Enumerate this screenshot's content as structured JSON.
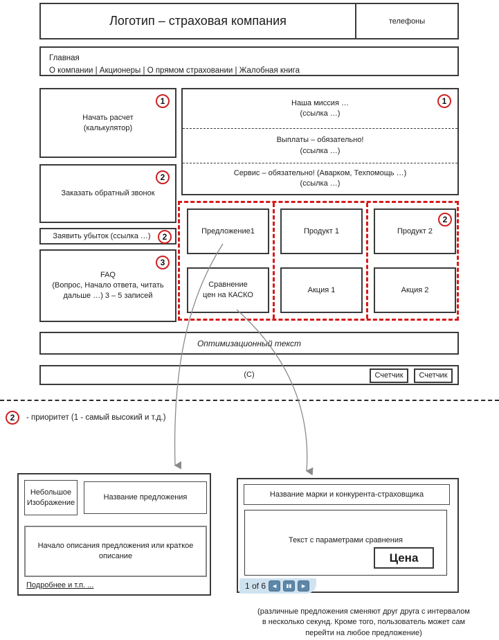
{
  "header": {
    "logo": "Логотип – страховая компания",
    "phones": "телефоны"
  },
  "nav": {
    "home": "Главная",
    "items": "О компании | Акционеры | О прямом страховании | Жалобная книга"
  },
  "left": {
    "calc_label": "Начать расчет\n(калькулятор)",
    "calc_priority": "1",
    "callback_label": "Заказать обратный звонок",
    "callback_priority": "2",
    "claim_label": "Заявить убыток (ссылка …)",
    "claim_priority": "2",
    "faq_label": "FAQ\n(Вопрос, Начало ответа, читать\nдальше …) 3 – 5 записей",
    "faq_priority": "3"
  },
  "mission": {
    "priority": "1",
    "rows": [
      {
        "title": "Наша миссия …",
        "link": "(ссылка …)"
      },
      {
        "title": "Выплаты – обязательно!",
        "link": "(ссылка …)"
      },
      {
        "title": "Сервис – обязательно! (Аварком, Техпомощь …)",
        "link": "(ссылка …)"
      }
    ]
  },
  "grid": {
    "priority": "2",
    "cells": [
      "Предложение1",
      "Продукт 1",
      "Продукт 2",
      "Сравнение\nцен на КАСКО",
      "Акция 1",
      "Акция 2"
    ]
  },
  "seo_bar": "Оптимизационный текст",
  "footer": {
    "copyright": "(С)",
    "counter1": "Счетчик",
    "counter2": "Счетчик"
  },
  "legend": {
    "badge": "2",
    "text": "- приоритет (1 - самый высокий и т.д.)"
  },
  "offer_card": {
    "image_placeholder": "Небольшое\nИзображение",
    "title": "Название предложения",
    "description": "Начало описания предложения или краткое\nописание",
    "more_link": "Подробнее и т.п. ..."
  },
  "compare_card": {
    "title": "Название марки и конкурента-страховщика",
    "body": "Текст с параметрами сравнения",
    "price": "Цена",
    "pager": {
      "position": "1 of 6",
      "prev": "◄",
      "pause": "▮▮",
      "next": "►"
    }
  },
  "note": "(различные предложения сменяют друг друга с интервалом\nв несколько секунд. Кроме того, пользователь может сам\nперейти на любое предложение)",
  "colors": {
    "priority_ring": "#cc2222",
    "grid_dashed": "#d51a1a",
    "pager_bg": "#cfe2ef",
    "pager_button": "#5d87a8"
  }
}
